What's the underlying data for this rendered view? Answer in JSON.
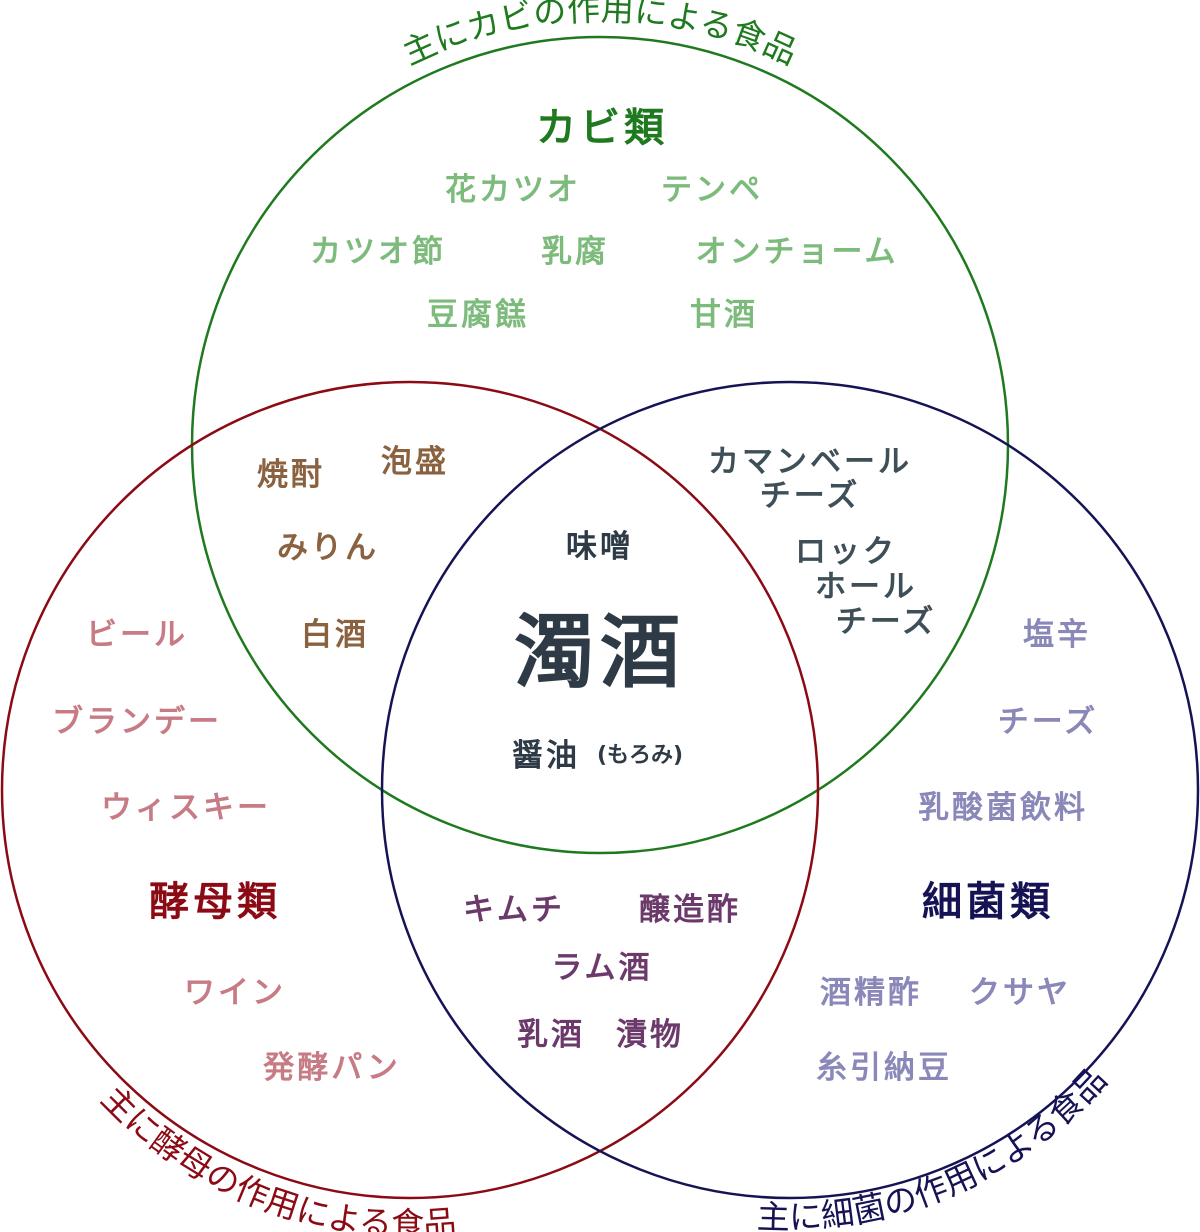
{
  "colors": {
    "mold": "#1f7a1f",
    "mold_items": "#7dbb7d",
    "yeast": "#8b0a14",
    "yeast_items": "#c77b85",
    "bacteria": "#161355",
    "bacteria_items": "#8a88b8",
    "mold_yeast": "#8a6240",
    "mold_bacteria": "#3f4f58",
    "yeast_bacteria": "#6b3a6b",
    "all_three": "#2e3a45"
  },
  "circles": {
    "mold": {
      "arc_label": "主にカビの作用による食品",
      "title": "カビ類"
    },
    "yeast": {
      "arc_label": "主に酵母の作用による食品",
      "title": "酵母類"
    },
    "bacteria": {
      "arc_label": "主に細菌の作用による食品",
      "title": "細菌類"
    }
  },
  "regions": {
    "mold_only": [
      "花カツオ",
      "テンペ",
      "カツオ節",
      "乳腐",
      "オンチョーム",
      "豆腐餻",
      "甘酒"
    ],
    "yeast_only": [
      "ビール",
      "ブランデー",
      "ウィスキー",
      "ワイン",
      "発酵パン"
    ],
    "bacteria_only": [
      "塩辛",
      "チーズ",
      "乳酸菌飲料",
      "酒精酢",
      "クサヤ",
      "糸引納豆"
    ],
    "mold_yeast": [
      "焼酎",
      "泡盛",
      "みりん",
      "白酒"
    ],
    "mold_bacteria": [
      "カマンベール",
      "チーズ",
      "ロック",
      "ホール",
      "チーズ"
    ],
    "yeast_bacteria": [
      "キムチ",
      "醸造酢",
      "ラム酒",
      "乳酒",
      "漬物"
    ],
    "all_three": {
      "main": "濁酒",
      "items": [
        "味噌",
        "醤油"
      ],
      "soy_note": "(もろみ)"
    }
  }
}
